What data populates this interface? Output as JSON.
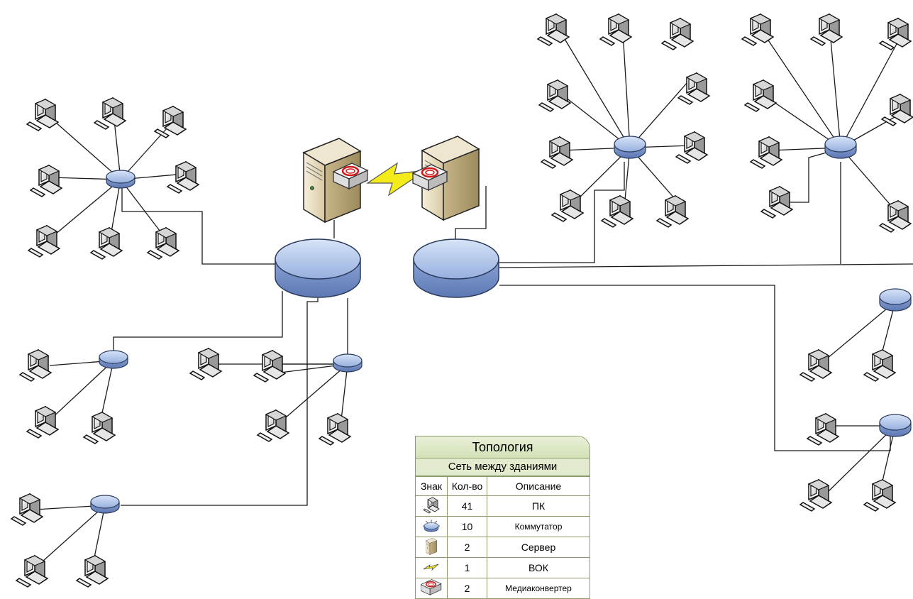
{
  "legend": {
    "title": "Топология",
    "subtitle": "Сеть между зданиями",
    "headers": {
      "sign": "Знак",
      "count": "Кол-во",
      "description": "Описание"
    },
    "rows": [
      {
        "icon": "pc-icon",
        "count": "41",
        "description": "ПК"
      },
      {
        "icon": "switch-icon",
        "count": "10",
        "description": "Коммутатор"
      },
      {
        "icon": "server-icon",
        "count": "2",
        "description": "Сервер"
      },
      {
        "icon": "fiber-link-icon",
        "count": "1",
        "description": "ВОК"
      },
      {
        "icon": "media-converter-icon",
        "count": "2",
        "description": "Медиаконвертер"
      }
    ]
  },
  "colors": {
    "line": "#1a1a1a",
    "switch_fill": "#a9bfe6",
    "switch_dark": "#6b86bf",
    "pc_body": "#f2f2ee",
    "server_body": "#e8dcc0",
    "fiber": "#f3ec1a",
    "converter_ring": "#d01818",
    "legend_green": "#d3e1b6"
  }
}
